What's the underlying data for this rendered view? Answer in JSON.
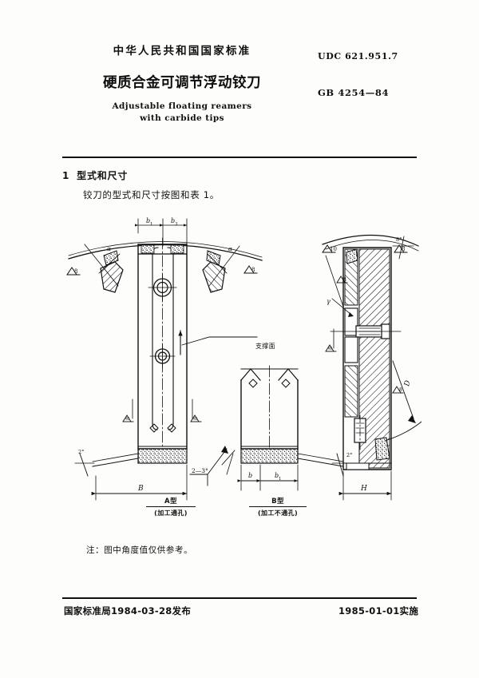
{
  "header": {
    "national_standard": "中华人民共和国国家标准",
    "title_cn": "硬质合金可调节浮动铰刀",
    "title_en_line1": "Adjustable floating reamers",
    "title_en_line2": "with carbide tips",
    "udc": "UDC 621.951.7",
    "standard_no": "GB 4254—84"
  },
  "section": {
    "number": "1",
    "heading": "型式和尺寸",
    "body": "铰刀的型式和尺寸按图和表 1。"
  },
  "figure": {
    "caption_a_type": "A型",
    "caption_a_sub": "(加工通孔)",
    "caption_b_type": "B型",
    "caption_b_sub": "(加工不通孔)",
    "label_support_face": "支撑面",
    "dim_b1": "b₁",
    "dim_b3": "b₃",
    "dim_b": "b",
    "dim_B": "B",
    "dim_H": "H",
    "dim_D": "D",
    "angle_alpha": "α",
    "angle_gamma": "γ",
    "angle_2_3": "2—3°",
    "angle_2deg_left": "2°",
    "angle_2deg_right": "2°",
    "angle_8deg": "8°",
    "finish_8": "8",
    "finish_10": "10",
    "finish_symbol": "▽"
  },
  "note": {
    "text": "注：图中角度值仅供参考。"
  },
  "footer": {
    "issued": "国家标准局1984-03-28发布",
    "effective": "1985-01-01实施"
  },
  "colors": {
    "ink": "#111111",
    "paper": "#fdfdfb"
  }
}
